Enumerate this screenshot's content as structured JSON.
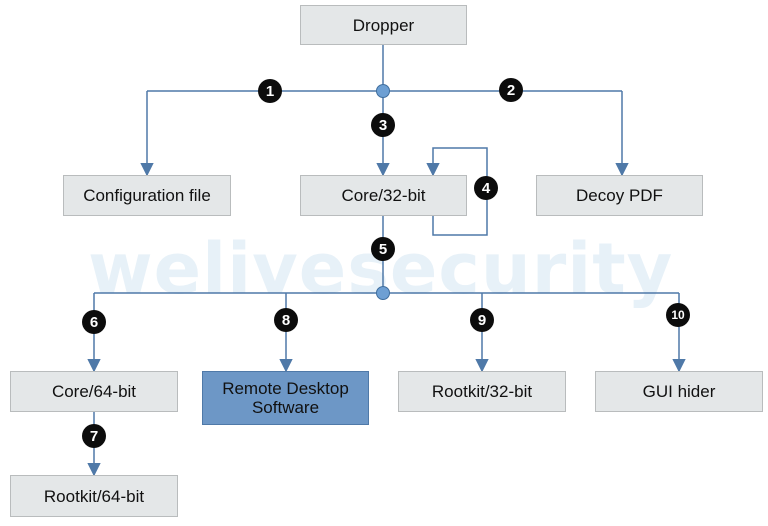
{
  "watermark": "welivesecurity",
  "colors": {
    "line": "#4f79a8",
    "box_fill": "#e4e7e8",
    "highlight_fill": "#6d97c6",
    "badge": "#0c0c0c",
    "node": "#6d9fd3"
  },
  "nodes": {
    "dropper": "Dropper",
    "configuration_file": "Configuration file",
    "core_32": "Core/32-bit",
    "decoy_pdf": "Decoy PDF",
    "core_64": "Core/64-bit",
    "remote_desktop": "Remote Desktop Software",
    "rootkit_32": "Rootkit/32-bit",
    "gui_hider": "GUI hider",
    "rootkit_64": "Rootkit/64-bit"
  },
  "steps": {
    "s1": "1",
    "s2": "2",
    "s3": "3",
    "s4": "4",
    "s5": "5",
    "s6": "6",
    "s7": "7",
    "s8": "8",
    "s9": "9",
    "s10": "10"
  }
}
